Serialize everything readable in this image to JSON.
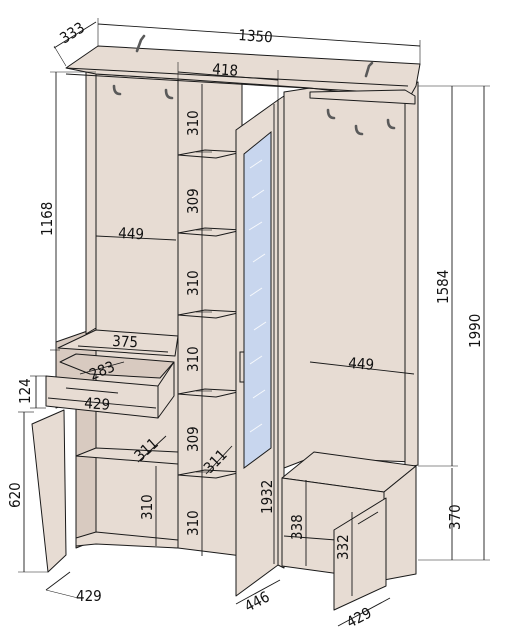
{
  "diagram": {
    "colors": {
      "panel": "#e7dcd3",
      "glass": "#c8d6ee",
      "line": "#1a1a1a",
      "hook": "#5a5a5a"
    },
    "dimensions": {
      "total_width": "1350",
      "depth": "333",
      "column_width": "418",
      "left_niche_height": "1168",
      "left_niche_width": "449",
      "drawer_top_width": "375",
      "drawer_inner_width": "283",
      "drawer_front_width": "429",
      "drawer_height": "124",
      "lower_cabinet_height": "620",
      "left_shelf_depth": "311",
      "left_lower_shelf_height": "310",
      "left_door_width": "429",
      "shelf_1": "310",
      "shelf_2": "309",
      "shelf_3": "310",
      "shelf_4": "310",
      "shelf_5": "309",
      "shelf_6": "310",
      "column_shelf_depth": "311",
      "door_height": "1932",
      "center_door_width": "446",
      "right_panel_height": "1584",
      "total_height": "1990",
      "right_niche_width": "449",
      "bench_height": "370",
      "bench_inner_height": "338",
      "right_door_height": "332",
      "right_door_width": "429"
    }
  }
}
